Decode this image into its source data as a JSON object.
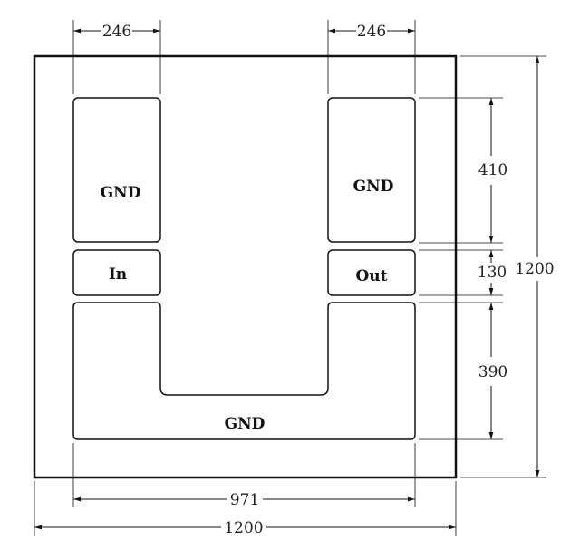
{
  "diagram": {
    "pads": {
      "gnd_top_left": "GND",
      "gnd_top_right": "GND",
      "in": "In",
      "out": "Out",
      "gnd_bottom": "GND"
    },
    "dimensions": {
      "top_left_width": "246",
      "top_right_width": "246",
      "height_top": "410",
      "height_mid": "130",
      "height_bottom": "390",
      "total_height": "1200",
      "inner_width": "971",
      "total_width": "1200"
    }
  }
}
